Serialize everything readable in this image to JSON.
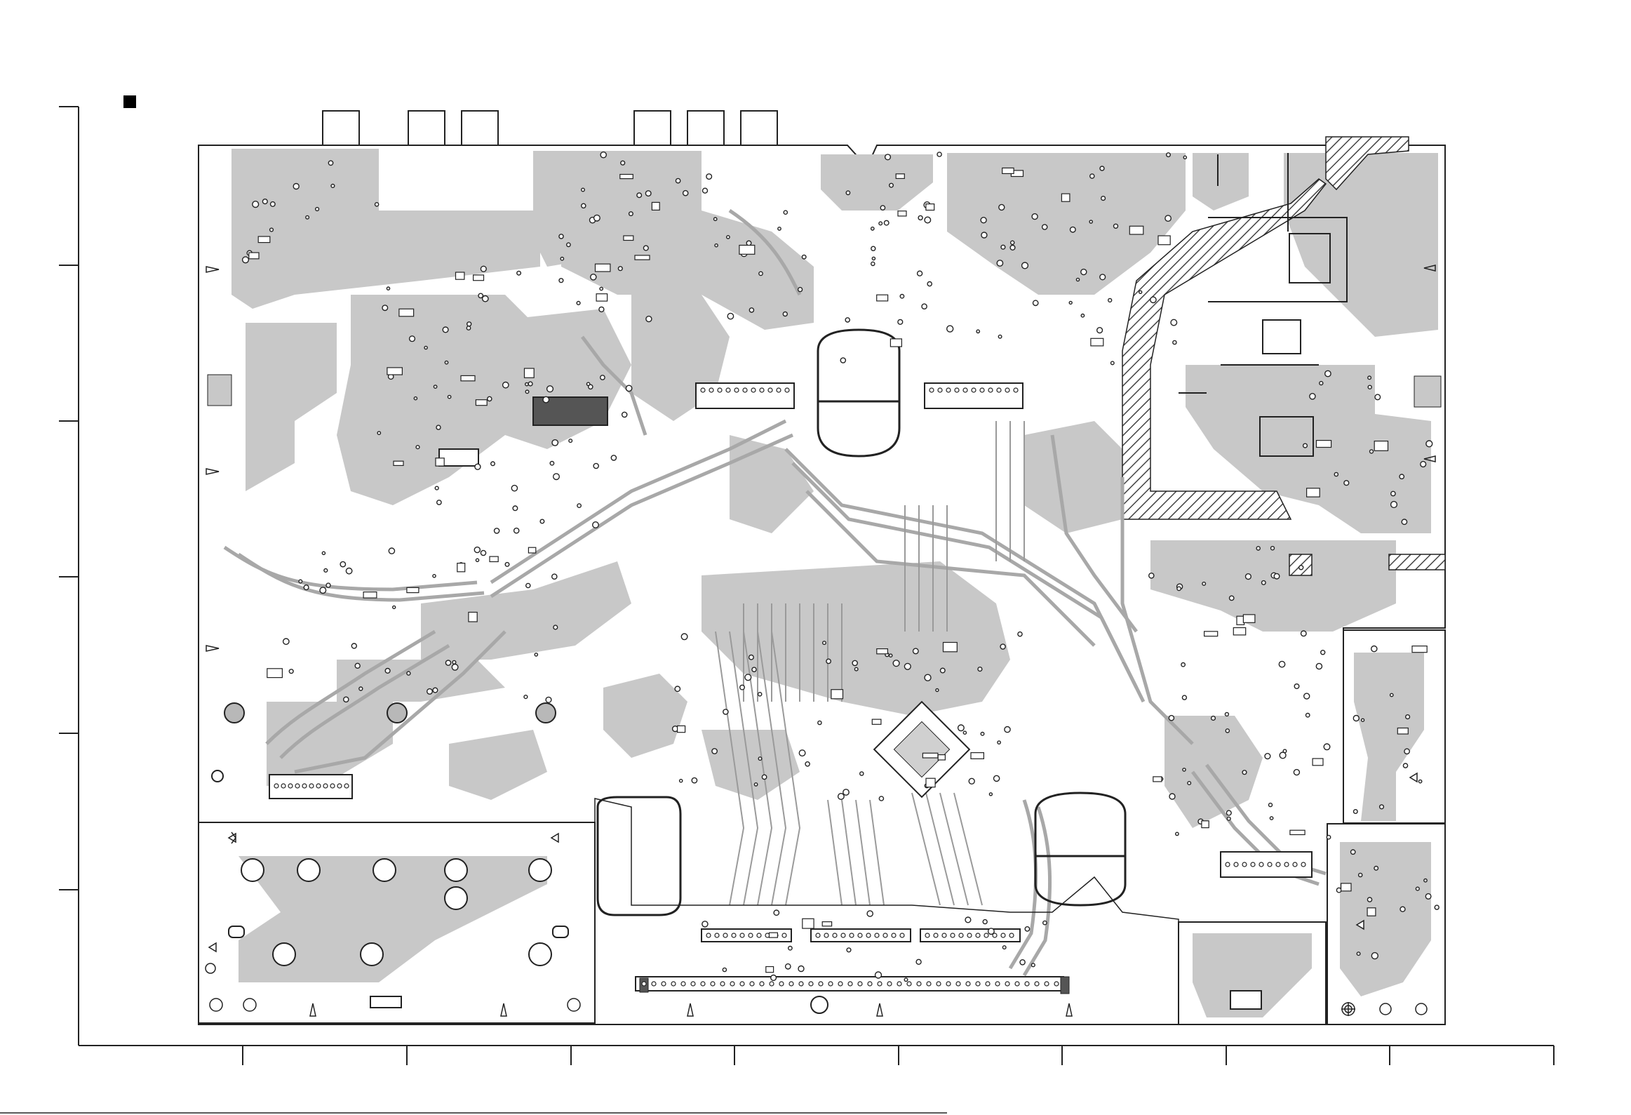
{
  "sheet": {
    "bullet": "■",
    "footer_text": "",
    "colors": {
      "copper": "#c8c8c8",
      "trace": "#a8a8a8",
      "line": "#222222",
      "hatch": "#555555",
      "background": "#ffffff"
    }
  },
  "board": {
    "sub_boards": [
      "main-board",
      "lower-left-sub-board",
      "bottom-center-sub-board",
      "connector-sub-board",
      "right-lower-sub-board",
      "right-middle-sub-board"
    ],
    "icons": [
      "ground-symbol-icon",
      "registration-mark-icon",
      "arrow-marker-icon"
    ]
  }
}
